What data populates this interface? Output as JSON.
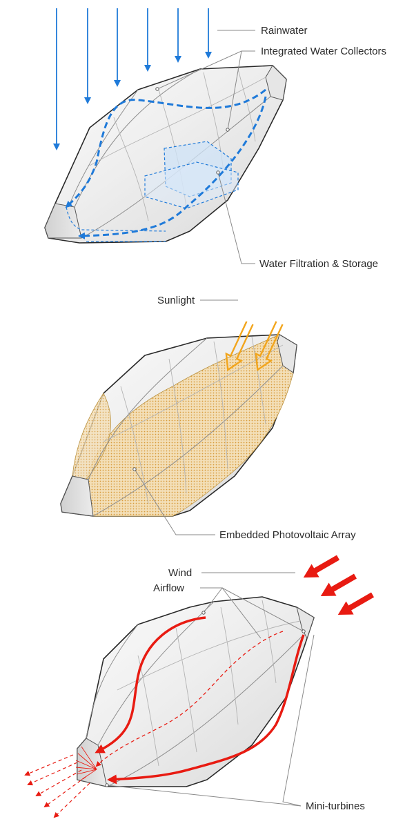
{
  "panel_water": {
    "label_rain": "Rainwater",
    "label_collectors": "Integrated Water Collectors",
    "label_filtration": "Water Filtration & Storage",
    "rain_color": "#1f7ad9",
    "water_color": "#1f7ad9"
  },
  "panel_solar": {
    "label_sunlight": "Sunlight",
    "label_pv": "Embedded Photovoltaic Array",
    "sun_color": "#f2a51c",
    "pv_color": "#e8b35a"
  },
  "panel_wind": {
    "label_wind": "Wind",
    "label_airflow": "Airflow",
    "label_turbines": "Mini-turbines",
    "wind_color": "#e81b12"
  }
}
